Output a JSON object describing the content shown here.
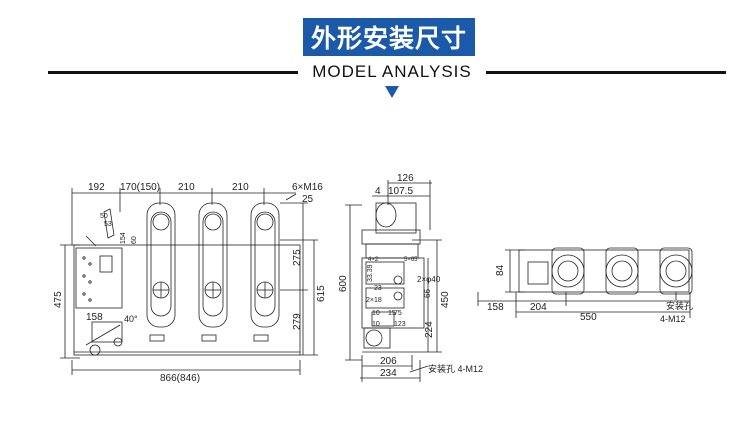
{
  "header": {
    "title_cn": "外形安装尺寸",
    "subtitle": "MODEL ANALYSIS"
  },
  "colors": {
    "brand": "#1b5aa8",
    "ink": "#222222"
  },
  "front_view": {
    "top_dims": [
      "192",
      "170(150)",
      "210",
      "210"
    ],
    "bolt_label": "6×M16",
    "bolt_depth": "25",
    "left_height": "475",
    "right_dims": [
      "275",
      "279",
      "615"
    ],
    "small_dims": [
      "50",
      "53",
      "154",
      "60"
    ],
    "base_158": "158",
    "angle": "40°",
    "overall_width": "866(846)"
  },
  "side_view": {
    "top_dims": [
      "126",
      "107.5",
      "4"
    ],
    "left_height": "600",
    "inner_dims": [
      "4×2",
      "5×65",
      "33.39",
      "23",
      "2×18",
      "10",
      "10",
      "15",
      "2×φ40",
      "66",
      "75",
      "123",
      "224",
      "450"
    ],
    "bottom_dims": [
      "206",
      "234"
    ],
    "hole_label": "安装孔 4-M12"
  },
  "top_view": {
    "height_84": "84",
    "dims": [
      "158",
      "204",
      "550"
    ],
    "hole_label": "安装孔",
    "hole_spec": "4-M12"
  }
}
